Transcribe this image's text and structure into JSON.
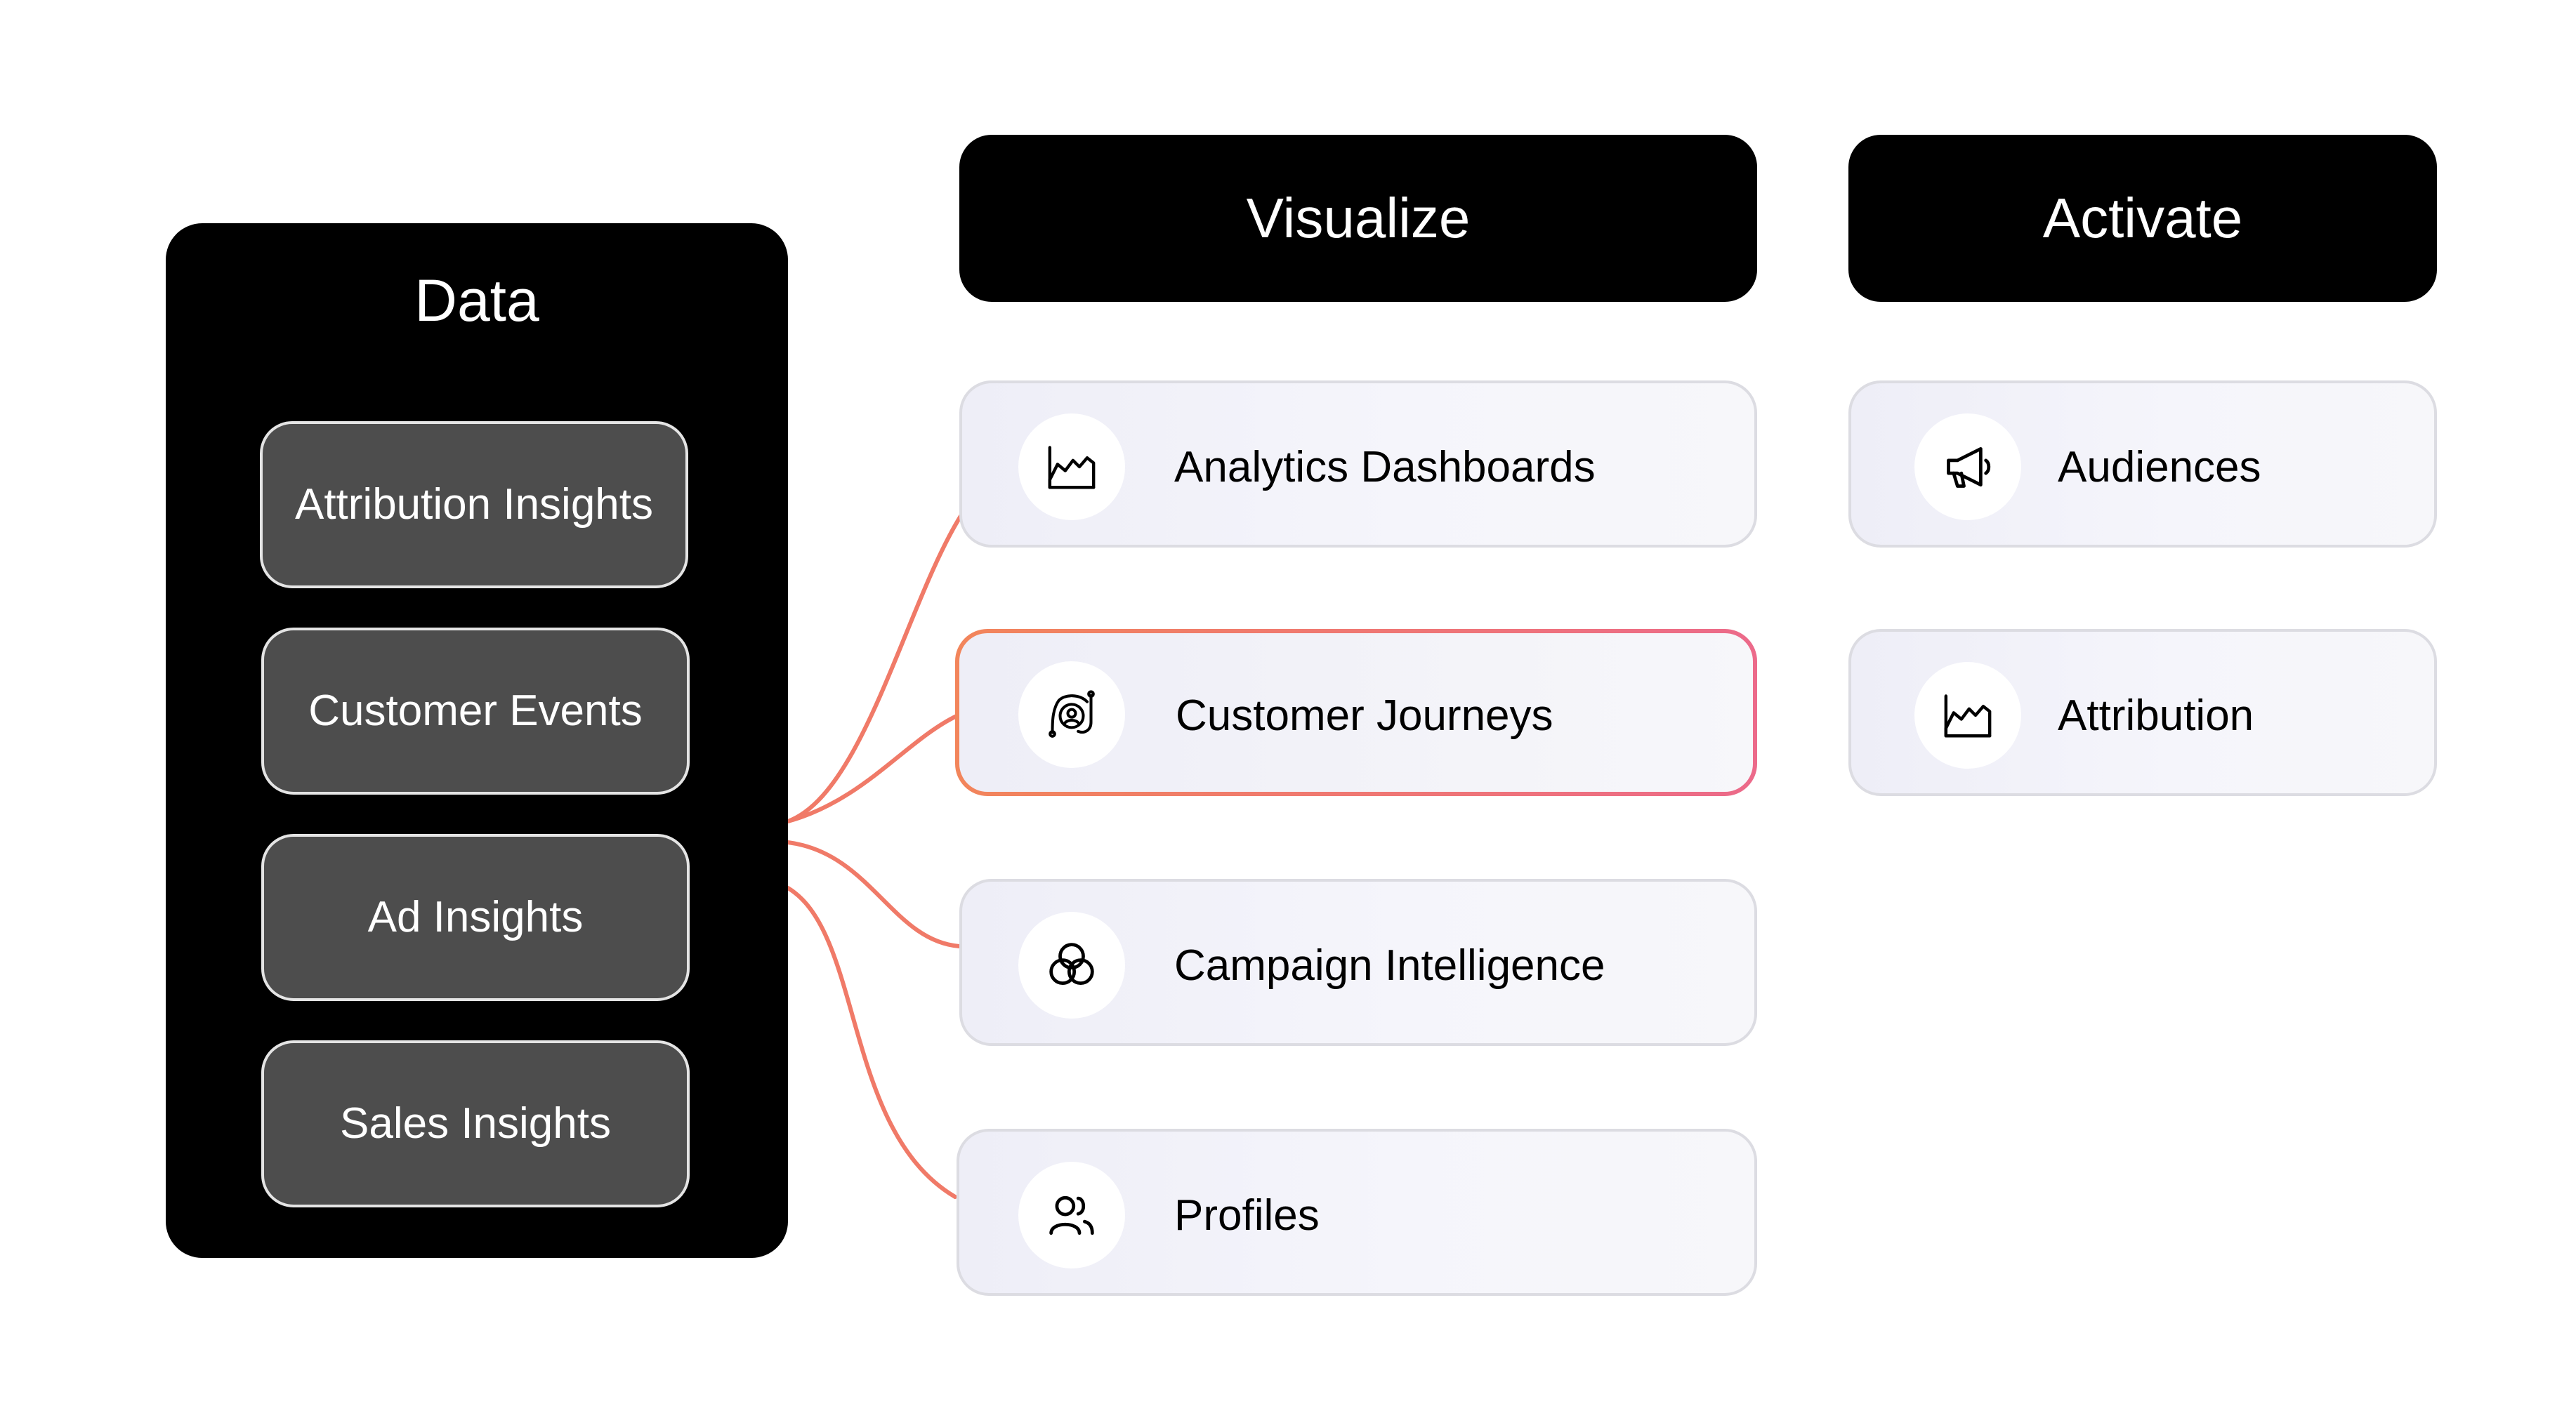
{
  "data_panel": {
    "title": "Data",
    "items": [
      "Attribution Insights",
      "Customer Events",
      "Ad Insights",
      "Sales Insights"
    ]
  },
  "visualize": {
    "header": "Visualize",
    "cards": [
      {
        "label": "Analytics Dashboards",
        "icon": "chart-icon"
      },
      {
        "label": "Customer Journeys",
        "icon": "journey-icon"
      },
      {
        "label": "Campaign Intelligence",
        "icon": "venn-icon"
      },
      {
        "label": "Profiles",
        "icon": "users-icon"
      }
    ]
  },
  "activate": {
    "header": "Activate",
    "cards": [
      {
        "label": "Audiences",
        "icon": "megaphone-icon"
      },
      {
        "label": "Attribution",
        "icon": "chart-icon"
      }
    ]
  },
  "colors": {
    "connector": "#f07a68",
    "highlight_start": "#f2855b",
    "highlight_end": "#ec6a8a"
  }
}
